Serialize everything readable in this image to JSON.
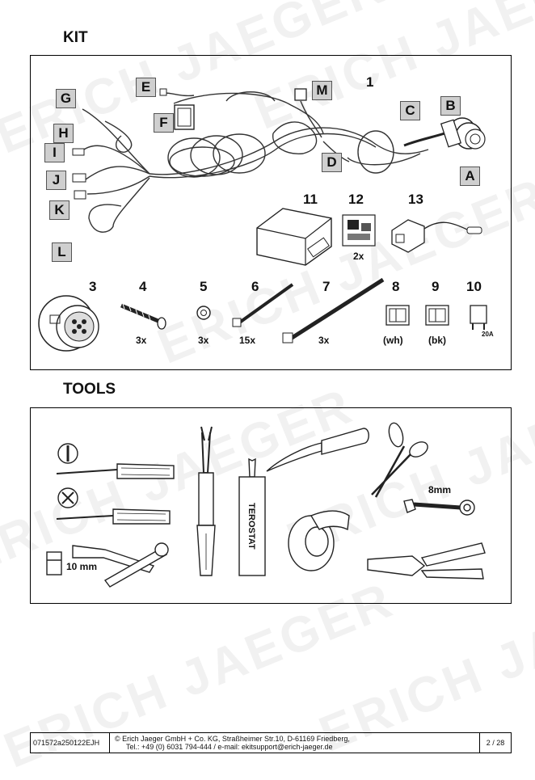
{
  "watermark": "ERICH JAEGER",
  "kit": {
    "title": "KIT",
    "parts_letters": [
      "A",
      "B",
      "C",
      "D",
      "E",
      "F",
      "G",
      "H",
      "I",
      "J",
      "K",
      "L",
      "M"
    ],
    "parts_numbers": [
      "1",
      "3",
      "4",
      "5",
      "6",
      "7",
      "8",
      "9",
      "10",
      "11",
      "12",
      "13"
    ],
    "quantities": {
      "q4": "3x",
      "q5": "3x",
      "q6": "15x",
      "q7": "3x",
      "q8": "(wh)",
      "q9": "(bk)",
      "q12": "2x",
      "fuse": "20A"
    }
  },
  "tools": {
    "title": "TOOLS",
    "tube_label": "TEROSTAT",
    "wrench_size": "8mm",
    "socket_size": "10 mm"
  },
  "footer": {
    "doc_code": "071572a250122EJH",
    "copyright_line1": "©  Erich Jaeger GmbH + Co. KG, Straßheimer Str.10, D-61169 Friedberg,",
    "copyright_line2": "Tel.: +49 (0) 6031 794-444 / e-mail: ekitsupport@erich-jaeger.de",
    "page": "2 / 28"
  }
}
